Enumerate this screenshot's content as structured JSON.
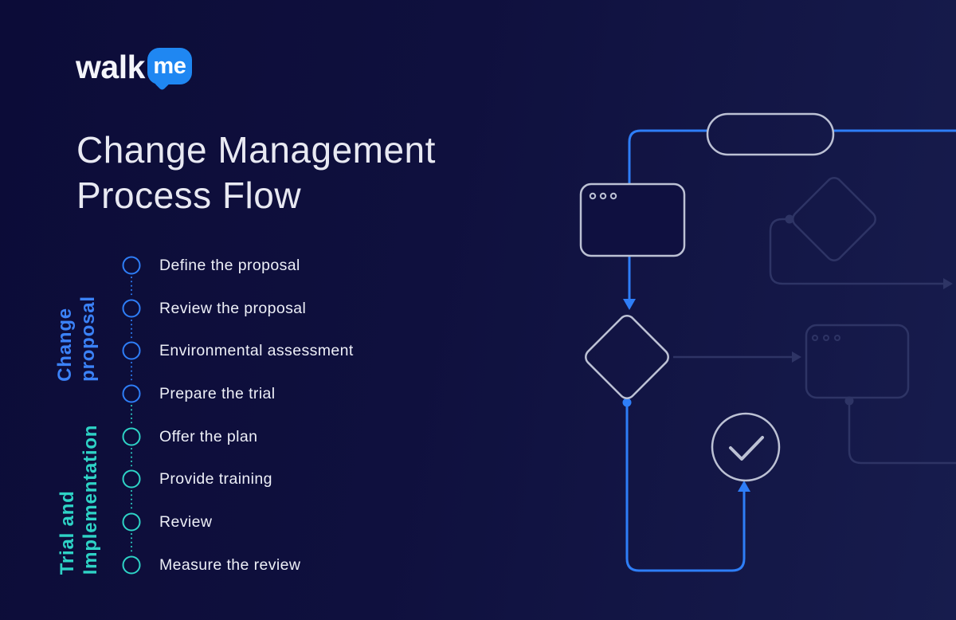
{
  "brand": {
    "wordmark": "walk",
    "bubble_text": "me",
    "bubble_color": "#1f87f2"
  },
  "header": {
    "title_line1": "Change Management",
    "title_line2": "Process Flow"
  },
  "timeline": {
    "groups": [
      {
        "id": "change-proposal",
        "label_line1": "Change",
        "label_line2": "proposal",
        "color": "#2e7ef7",
        "items": [
          "Define the proposal",
          "Review the proposal",
          "Environmental assessment",
          "Prepare the trial"
        ]
      },
      {
        "id": "trial-and-implementation",
        "label_line1": "Trial and",
        "label_line2": "Implementation",
        "color": "#2ed3c6",
        "items": [
          "Offer the plan",
          "Provide training",
          "Review",
          "Measure the review"
        ]
      }
    ]
  },
  "flowchart": {
    "nodes": [
      "terminator-pill",
      "app-window",
      "decision-diamond",
      "success-check-circle",
      "ghost-decision-diamond",
      "ghost-app-window"
    ]
  },
  "colors": {
    "background_left": "#0c0c38",
    "background_right": "#171c4d",
    "accent_blue": "#2e7ef7",
    "accent_teal": "#2ed3c6",
    "light_stroke": "#bcc1d4",
    "ghost_stroke": "#2e3465",
    "text": "#edeff7"
  }
}
